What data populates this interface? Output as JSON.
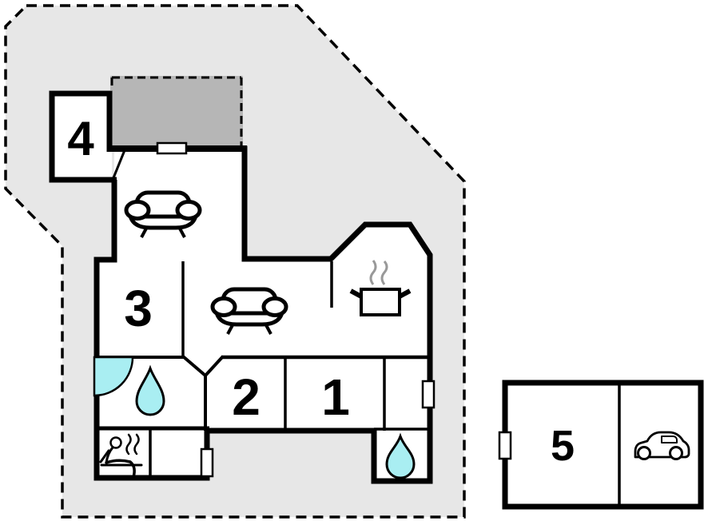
{
  "plan": {
    "rooms": {
      "room1": {
        "label": "1"
      },
      "room2": {
        "label": "2"
      },
      "room3": {
        "label": "3"
      },
      "room4": {
        "label": "4"
      },
      "room5": {
        "label": "5"
      }
    },
    "colors": {
      "plot": "#e7e7e7",
      "terrace": "#b6b6b6",
      "wall": "#000000",
      "water": "#a9eef2",
      "steam": "#999999",
      "interior": "#ffffff"
    },
    "icons": {
      "living_sofa": "sofa-icon",
      "dining_sofa": "sofa-icon",
      "kitchen": "cooking-pot-icon",
      "shower": "shower-quarter-circle-icon",
      "bath_drop": "water-drop-icon",
      "wc_drop": "water-drop-icon",
      "sauna": "sauna-person-icon",
      "garage": "car-icon"
    }
  }
}
